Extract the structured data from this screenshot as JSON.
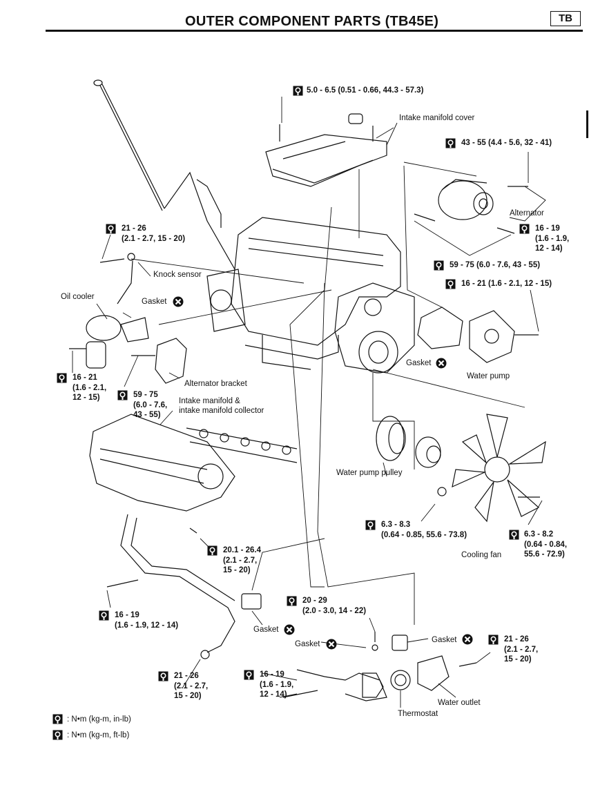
{
  "header": {
    "title": "OUTER COMPONENT PARTS (TB45E)",
    "section_tag": "TB"
  },
  "icons": {
    "torque": "torque-wrench-icon",
    "no_reuse": "circle-x-icon"
  },
  "labels": {
    "intake_cover": "Intake manifold cover",
    "alternator": "Alternator",
    "knock_sensor": "Knock sensor",
    "oil_cooler": "Oil cooler",
    "gasket": "Gasket",
    "alt_bracket": "Alternator bracket",
    "intake_manifold": "Intake manifold &\nintake manifold collector",
    "water_pump": "Water pump",
    "water_pump_pulley": "Water pump pulley",
    "cooling_fan": "Cooling fan",
    "thermostat": "Thermostat",
    "water_outlet": "Water outlet"
  },
  "torques": {
    "t1": "5.0 - 6.5 (0.51 - 0.66, 44.3 - 57.3)",
    "t2": "43 - 55 (4.4 - 5.6, 32 - 41)",
    "t3": "21 - 26\n(2.1 - 2.7, 15 - 20)",
    "t4": "16 - 19\n(1.6 - 1.9,\n12 - 14)",
    "t5": "59 - 75 (6.0 - 7.6, 43 - 55)",
    "t6": "16 - 21 (1.6 - 2.1, 12 - 15)",
    "t7": "16 - 21\n(1.6 - 2.1,\n12 - 15)",
    "t8": "59 - 75\n(6.0 - 7.6,\n43 - 55)",
    "t9": "6.3 - 8.3\n(0.64 - 0.85, 55.6 - 73.8)",
    "t10": "6.3 - 8.2\n(0.64 - 0.84,\n55.6 - 72.9)",
    "t11": "20.1 - 26.4\n(2.1 - 2.7,\n15 - 20)",
    "t12": "16 - 19\n(1.6 - 1.9, 12 - 14)",
    "t13": "20 - 29\n(2.0 - 3.0, 14 - 22)",
    "t14": "21 - 26\n(2.1 - 2.7,\n15 - 20)",
    "t15": "21 - 26\n(2.1 - 2.7,\n15 - 20)",
    "t16": "16 - 19\n(1.6 - 1.9,\n12 - 14)"
  },
  "legend": {
    "row1": ": N•m (kg-m, in-lb)",
    "row2": ": N•m (kg-m, ft-lb)"
  }
}
